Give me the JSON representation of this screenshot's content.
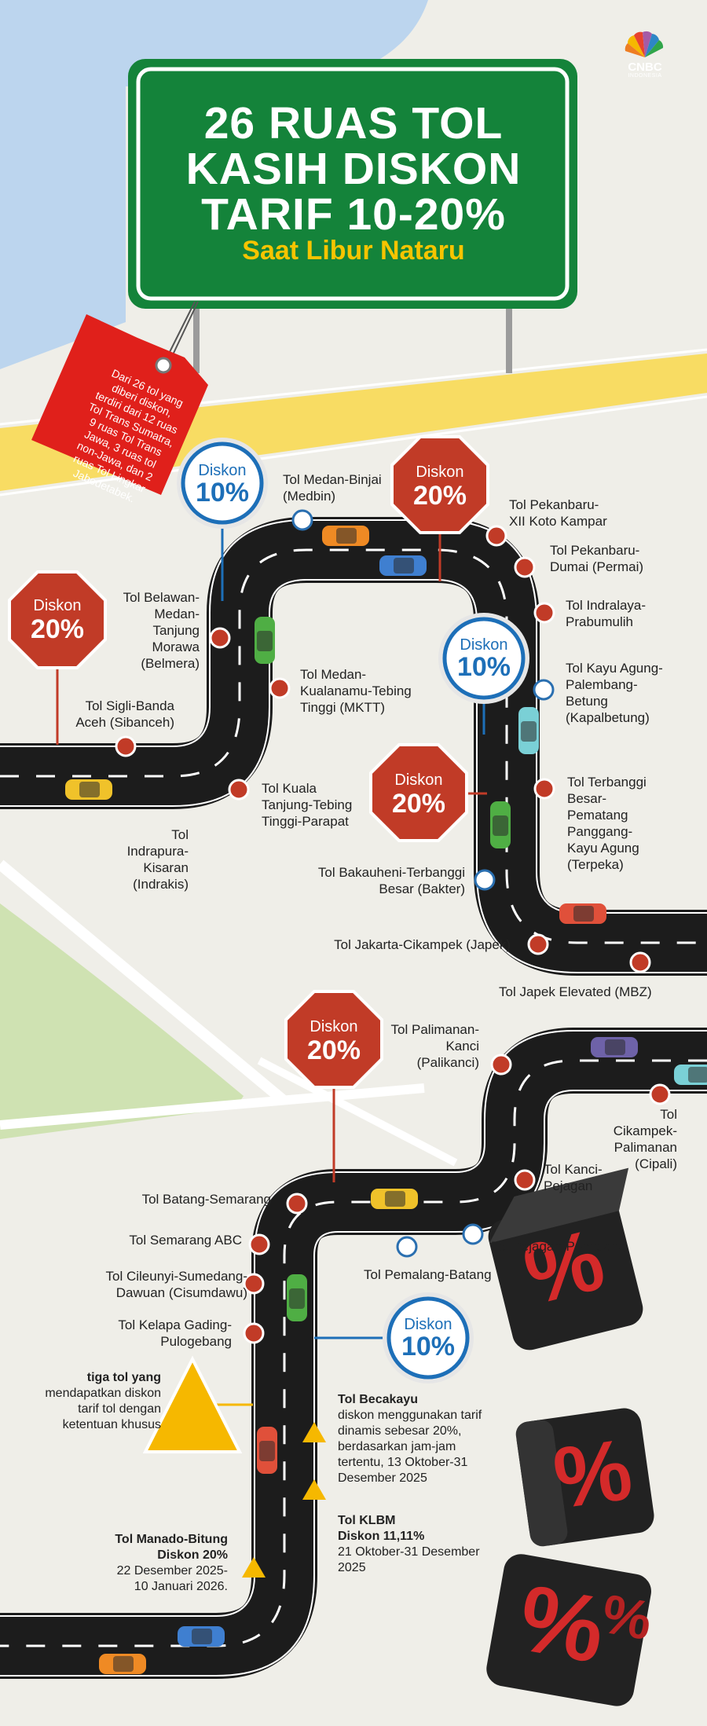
{
  "header": {
    "title_line1": "26 RUAS TOL",
    "title_line2": "KASIH DISKON",
    "title_line3": "TARIF 10-20%",
    "subtitle": "Saat Libur Nataru"
  },
  "logo": {
    "brand": "CNBC",
    "sub": "INDONESIA",
    "icon": "peacock-icon"
  },
  "tag": {
    "lines": [
      "Dari 26 tol yang",
      "diberi diskon,",
      "terdiri dari 12 ruas",
      "Tol Trans Sumatra,",
      "9 ruas Tol Trans",
      "Jawa, 3 ruas tol",
      "non-Jawa, dan 2",
      "ruas Tol Lingkar",
      "Jabodetabek."
    ]
  },
  "discount_signs": {
    "word": "Diskon",
    "s1": "20%",
    "s2": "10%",
    "s3": "20%",
    "s4": "10%",
    "s5": "20%",
    "s6": "20%",
    "s7": "10%"
  },
  "tolls": {
    "sibanceh": [
      "Tol Sigli-Banda",
      "Aceh (Sibanceh)"
    ],
    "belmera": [
      "Tol Belawan-",
      "Medan-",
      "Tanjung",
      "Morawa",
      "(Belmera)"
    ],
    "medbin": [
      "Tol Medan-Binjai",
      "(Medbin)"
    ],
    "mktt": [
      "Tol Medan-",
      "Kualanamu-Tebing",
      "Tinggi (MKTT)"
    ],
    "kuala": [
      "Tol Kuala",
      "Tanjung-Tebing",
      "Tinggi-Parapat"
    ],
    "indrakis": [
      "Tol",
      "Indrapura-",
      "Kisaran",
      "(Indrakis)"
    ],
    "pekanbaru_xii": [
      "Tol Pekanbaru-",
      "XII Koto Kampar"
    ],
    "permai": [
      "Tol Pekanbaru-",
      "Dumai (Permai)"
    ],
    "indralaya": [
      "Tol Indralaya-",
      "Prabumulih"
    ],
    "kapalbetung": [
      "Tol Kayu Agung-",
      "Palembang-",
      "Betung",
      "(Kapalbetung)"
    ],
    "terpeka": [
      "Tol Terbanggi",
      "Besar-",
      "Pematang",
      "Panggang-",
      "Kayu Agung",
      "(Terpeka)"
    ],
    "bakter": [
      "Tol Bakauheni-Terbanggi",
      "Besar (Bakter)"
    ],
    "japek": [
      "Tol Jakarta-Cikampek (Japek)"
    ],
    "mbz": [
      "Tol Japek Elevated (MBZ)"
    ],
    "palikanci": [
      "Tol Palimanan-",
      "Kanci",
      "(Palikanci)"
    ],
    "cipali": [
      "Tol",
      "Cikampek-",
      "Palimanan",
      "(Cipali)"
    ],
    "kanci": [
      "Tol Kanci-",
      "Pejagan"
    ],
    "pejagan": [
      "Tol Pejagan-Pemalang"
    ],
    "pemalang": [
      "Tol Pemalang-Batang"
    ],
    "batang": [
      "Tol Batang-Semarang"
    ],
    "semarang_abc": [
      "Tol Semarang ABC"
    ],
    "cisumdawu": [
      "Tol Cileunyi-Sumedang-",
      "Dawuan (Cisumdawu)"
    ],
    "kelapa": [
      "Tol Kelapa Gading-",
      "Pulogebang"
    ]
  },
  "notes": {
    "special_title": "tiga tol yang",
    "special_lines": [
      "mendapatkan diskon",
      "tarif tol dengan",
      "ketentuan khusus"
    ],
    "becakayu_title": "Tol Becakayu",
    "becakayu_lines": [
      "diskon menggunakan tarif",
      "dinamis sebesar 20%,",
      "berdasarkan jam-jam",
      "tertentu, 13 Oktober-31",
      "Desember 2025"
    ],
    "klbm_title1": "Tol KLBM",
    "klbm_title2": "Diskon 11,11%",
    "klbm_lines": [
      "21 Oktober-31 Desember",
      "2025"
    ],
    "manado_title1": "Tol Manado-Bitung",
    "manado_title2": "Diskon 20%",
    "manado_lines": [
      "22 Desember 2025-",
      "10 Januari 2026."
    ]
  },
  "dice": {
    "symbol": "%"
  },
  "colors": {
    "sign_green": "#14833a",
    "sign_yellow": "#f6c400",
    "stop_red": "#c13b27",
    "blue_sign": "#1d6fb8",
    "road": "#1c1c1c",
    "tag_red": "#e0201b",
    "sea": "#bcd5ee",
    "land_green": "#cfe2b2",
    "road_yellow": "#f8dc63",
    "bg": "#efeee8"
  }
}
